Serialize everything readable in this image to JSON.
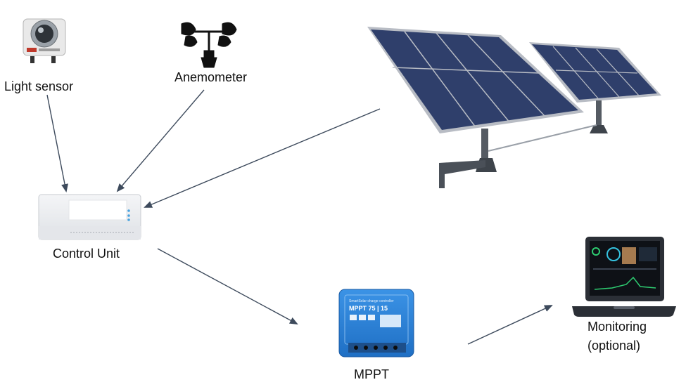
{
  "nodes": {
    "light_sensor": {
      "label": "Light sensor"
    },
    "anemometer": {
      "label": "Anemometer"
    },
    "control_unit": {
      "label": "Control Unit"
    },
    "mppt": {
      "label": "MPPT"
    },
    "monitoring": {
      "label": "Monitoring",
      "label_line2": "(optional)"
    },
    "mppt_device_text": {
      "brand": "SmartSolar charge controller",
      "model": "MPPT 75 | 15"
    }
  },
  "colors": {
    "arrow": "#3d4a5c",
    "panel_cell": "#2f3f6b",
    "panel_frame": "#b8bcc4",
    "mppt_blue": "#2a7fd6",
    "laptop_body": "#2b2f36"
  }
}
